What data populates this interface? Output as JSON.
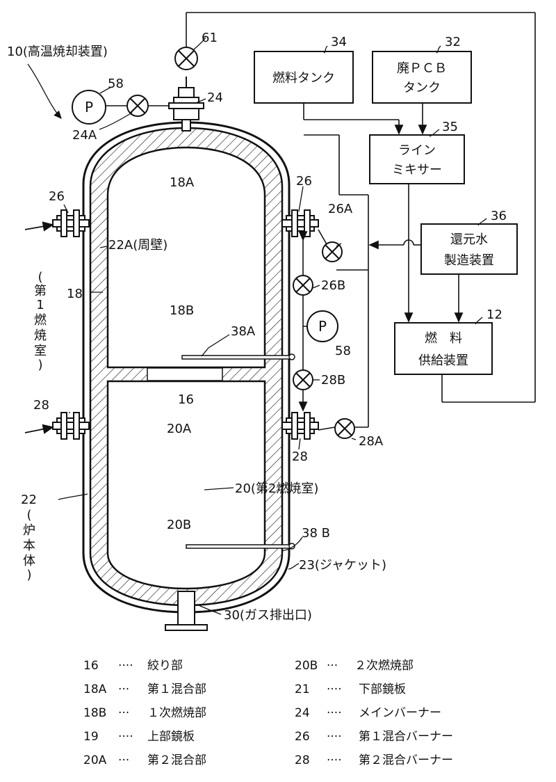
{
  "figure": {
    "apparatus": "10(高温焼却装置)",
    "boxes": {
      "fuel_tank": "燃料タンク",
      "pcb_tank_1": "廃ＰＣＢ",
      "pcb_tank_2": "タンク",
      "line_mixer_1": "ライン",
      "line_mixer_2": "ミキサー",
      "water_1": "還元水",
      "water_2": "製造装置",
      "supply_1": "燃　料",
      "supply_2": "供給装置"
    },
    "refs": {
      "r61": "61",
      "r34": "34",
      "r32": "32",
      "r35": "35",
      "r36": "36",
      "r12": "12",
      "r58a": "58",
      "r58b": "58",
      "r24": "24",
      "r24a": "24A",
      "r26l": "26",
      "r26r": "26",
      "r26a": "26A",
      "r26b": "26B",
      "r28l": "28",
      "r28r": "28",
      "r28a": "28A",
      "r28b": "28B",
      "r18a": "18A",
      "r18b": "18B",
      "r18": "18",
      "r16": "16",
      "r20a": "20A",
      "r20b": "20B",
      "r38a": "38A",
      "r38b": "38 B",
      "r22a": "22A(周壁)",
      "r20": "20(第2燃焼室)",
      "r23": "23(ジャケット)",
      "r30": "30(ガス排出口)",
      "r22": "22",
      "p": "P"
    },
    "vertical": {
      "first_chamber": [
        "(",
        "第",
        "1",
        "燃",
        "焼",
        "室",
        ")"
      ],
      "furnace_body": [
        "(",
        "炉",
        "本",
        "体",
        ")"
      ]
    }
  },
  "legend": {
    "left": [
      {
        "num": "16",
        "dots": "····",
        "text": "絞り部"
      },
      {
        "num": "18A",
        "dots": "···",
        "text": "第１混合部"
      },
      {
        "num": "18B",
        "dots": "···",
        "text": "１次燃焼部"
      },
      {
        "num": "19",
        "dots": "····",
        "text": "上部鏡板"
      },
      {
        "num": "20A",
        "dots": "···",
        "text": "第２混合部"
      }
    ],
    "right": [
      {
        "num": "20B",
        "dots": "···",
        "text": "２次燃焼部"
      },
      {
        "num": "21",
        "dots": "····",
        "text": "下部鏡板"
      },
      {
        "num": "24",
        "dots": "····",
        "text": "メインバーナー"
      },
      {
        "num": "26",
        "dots": "····",
        "text": "第１混合バーナー"
      },
      {
        "num": "28",
        "dots": "····",
        "text": "第２混合バーナー"
      }
    ]
  }
}
